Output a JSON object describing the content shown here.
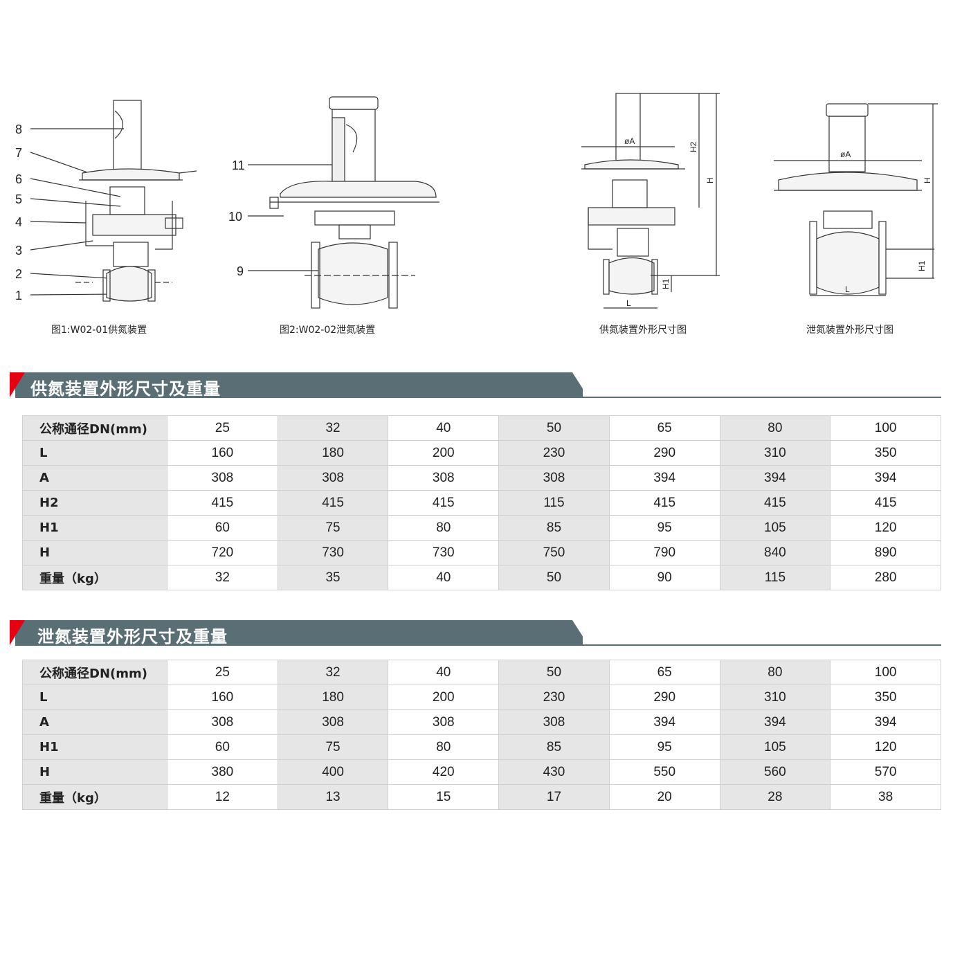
{
  "figures": [
    {
      "caption": "图1:W02-01供氮装置",
      "callouts": [
        "8",
        "7",
        "6",
        "5",
        "4",
        "3",
        "2",
        "1"
      ]
    },
    {
      "caption": "图2:W02-02泄氮装置",
      "callouts": [
        "11",
        "10",
        "9"
      ]
    },
    {
      "caption": "供氮装置外形尺寸图",
      "dims": {
        "A": "øA",
        "H2": "H2",
        "H": "H",
        "H1": "H1",
        "L": "L"
      }
    },
    {
      "caption": "泄氮装置外形尺寸图",
      "dims": {
        "A": "øA",
        "H": "H",
        "H1": "H1",
        "L": "L"
      }
    }
  ],
  "section1": {
    "title": "供氮装置外形尺寸及重量",
    "rows": [
      {
        "label": "公称通径DN(mm)",
        "values": [
          "25",
          "32",
          "40",
          "50",
          "65",
          "80",
          "100"
        ]
      },
      {
        "label": "L",
        "values": [
          "160",
          "180",
          "200",
          "230",
          "290",
          "310",
          "350"
        ]
      },
      {
        "label": "A",
        "values": [
          "308",
          "308",
          "308",
          "308",
          "394",
          "394",
          "394"
        ]
      },
      {
        "label": "H2",
        "values": [
          "415",
          "415",
          "415",
          "115",
          "415",
          "415",
          "415"
        ]
      },
      {
        "label": "H1",
        "values": [
          "60",
          "75",
          "80",
          "85",
          "95",
          "105",
          "120"
        ]
      },
      {
        "label": "H",
        "values": [
          "720",
          "730",
          "730",
          "750",
          "790",
          "840",
          "890"
        ]
      },
      {
        "label": "重量（kg）",
        "values": [
          "32",
          "35",
          "40",
          "50",
          "90",
          "115",
          "280"
        ]
      }
    ]
  },
  "section2": {
    "title": "泄氮装置外形尺寸及重量",
    "rows": [
      {
        "label": "公称通径DN(mm)",
        "values": [
          "25",
          "32",
          "40",
          "50",
          "65",
          "80",
          "100"
        ]
      },
      {
        "label": "L",
        "values": [
          "160",
          "180",
          "200",
          "230",
          "290",
          "310",
          "350"
        ]
      },
      {
        "label": "A",
        "values": [
          "308",
          "308",
          "308",
          "308",
          "394",
          "394",
          "394"
        ]
      },
      {
        "label": "H1",
        "values": [
          "60",
          "75",
          "80",
          "85",
          "95",
          "105",
          "120"
        ]
      },
      {
        "label": "H",
        "values": [
          "380",
          "400",
          "420",
          "430",
          "550",
          "560",
          "570"
        ]
      },
      {
        "label": "重量（kg）",
        "values": [
          "12",
          "13",
          "15",
          "17",
          "20",
          "28",
          "38"
        ]
      }
    ]
  },
  "colors": {
    "banner": "#5a6e75",
    "accent": "#e60012",
    "shade": "#e6e6e6"
  }
}
